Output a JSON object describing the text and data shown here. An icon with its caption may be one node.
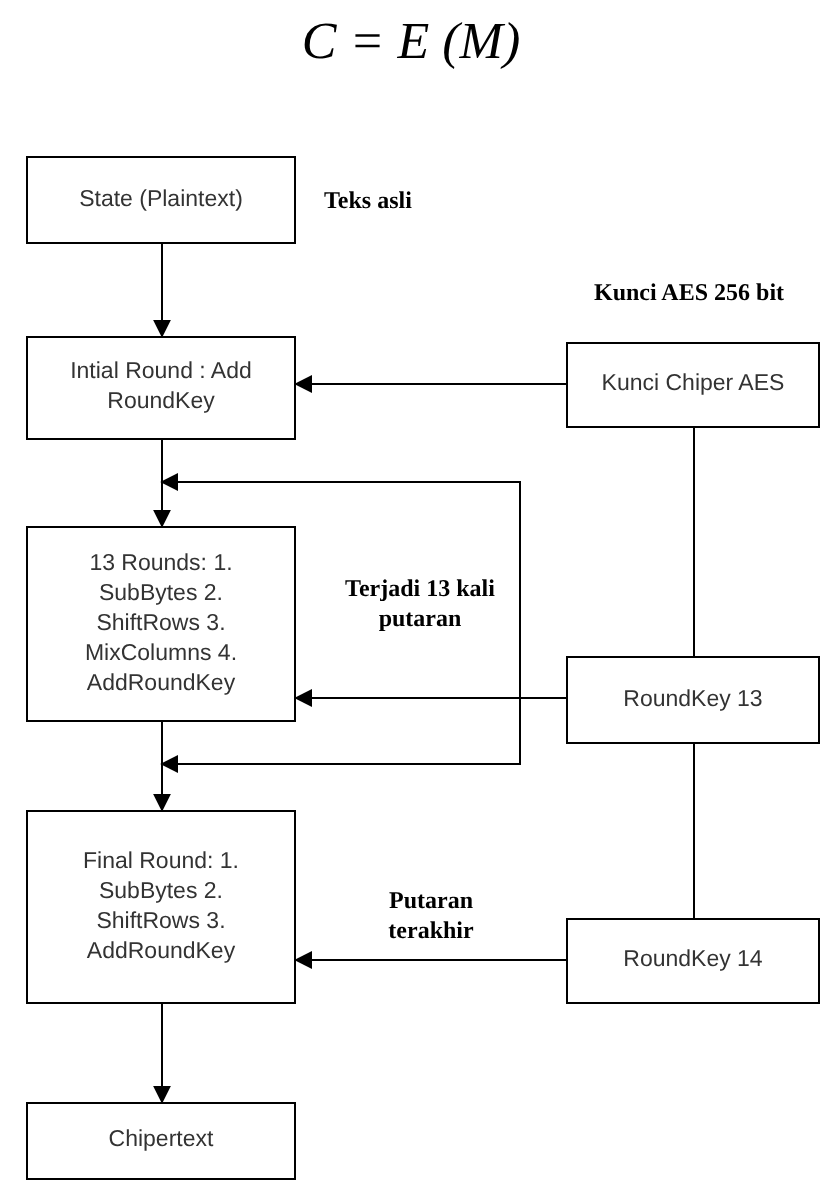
{
  "diagram": {
    "title": "C = E (M)",
    "nodes": [
      {
        "text": [
          "State (Plaintext)"
        ],
        "beside": [
          "Teks asli"
        ]
      },
      {
        "text": [
          "Intial Round : Add RoundKey"
        ]
      },
      {
        "text": [
          "13 Rounds: 1. SubBytes 2. ShiftRows 3. MixColumns 4. AddRoundKey"
        ]
      },
      {
        "text": [
          "Final Round: 1. SubBytes 2. ShiftRows 3. AddRoundKey"
        ]
      },
      {
        "text": [
          "Chipertext"
        ]
      },
      {
        "text": [
          "Kunci Chiper AES"
        ],
        "beside": [
          "Kunci AES 256 bit"
        ]
      },
      {
        "text": [
          "RoundKey 13"
        ]
      },
      {
        "text": [
          "RoundKey 14"
        ]
      }
    ],
    "edges": [
      {
        "from": 0,
        "to": 1,
        "arrow": "to"
      },
      {
        "from": 1,
        "to": 2,
        "arrow": "to"
      },
      {
        "from": 2,
        "to": 3,
        "arrow": "to"
      },
      {
        "from": 3,
        "to": 4,
        "arrow": "to"
      },
      {
        "from": 5,
        "to": 1,
        "arrow": "to"
      },
      {
        "from": 6,
        "to": 2,
        "arrow": "to"
      },
      {
        "from": 7,
        "to": 3,
        "arrow": "to",
        "label": "Putaran terakhir"
      },
      {
        "from": 5,
        "to": 6,
        "arrow": "none"
      },
      {
        "from": 6,
        "to": 7,
        "arrow": "none"
      },
      {
        "from": 2,
        "to": 2,
        "arrow": "both",
        "label": "Terjadi 13 kali putaran"
      }
    ]
  }
}
